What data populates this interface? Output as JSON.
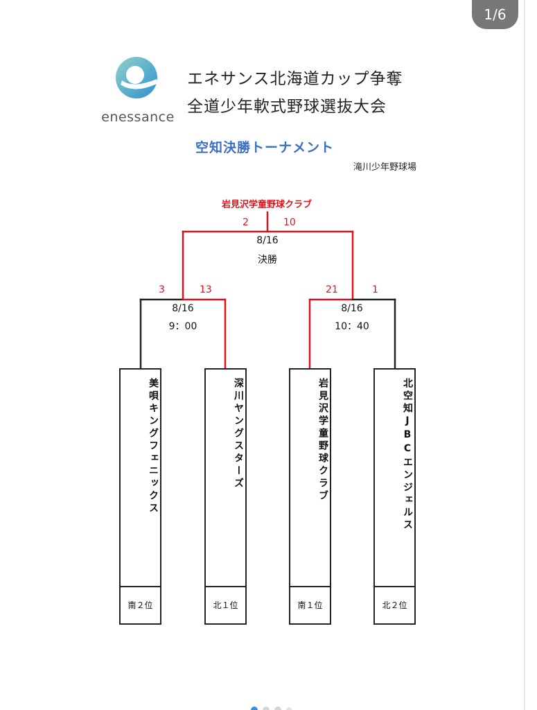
{
  "viewer": {
    "page_counter": "1/6"
  },
  "logo": {
    "text": "enessance"
  },
  "header": {
    "title_line1": "エネサンス北海道カップ争奪",
    "title_line2": "全道少年軟式野球選抜大会",
    "subtitle": "空知決勝トーナメント",
    "venue": "滝川少年野球場"
  },
  "bracket": {
    "champion": "岩見沢学童野球クラブ",
    "final": {
      "date": "8/16",
      "label": "決勝",
      "score_left": "2",
      "score_right": "10"
    },
    "semi_left": {
      "date": "8/16",
      "time": "9：00",
      "score_left": "3",
      "score_right": "13"
    },
    "semi_right": {
      "date": "8/16",
      "time": "10：40",
      "score_left": "21",
      "score_right": "1"
    },
    "teams": [
      {
        "name": "美唄キングフェニックス",
        "seed": "南２位"
      },
      {
        "name": "深川ヤングスターズ",
        "seed": "北１位"
      },
      {
        "name": "岩見沢学童野球クラブ",
        "seed": "南１位"
      },
      {
        "name": "北空知JBCエンジェルス",
        "seed": "北２位"
      }
    ]
  },
  "colors": {
    "winner_line": "#d9141c",
    "loser_line": "#222222",
    "subtitle": "#3b6fc4"
  }
}
